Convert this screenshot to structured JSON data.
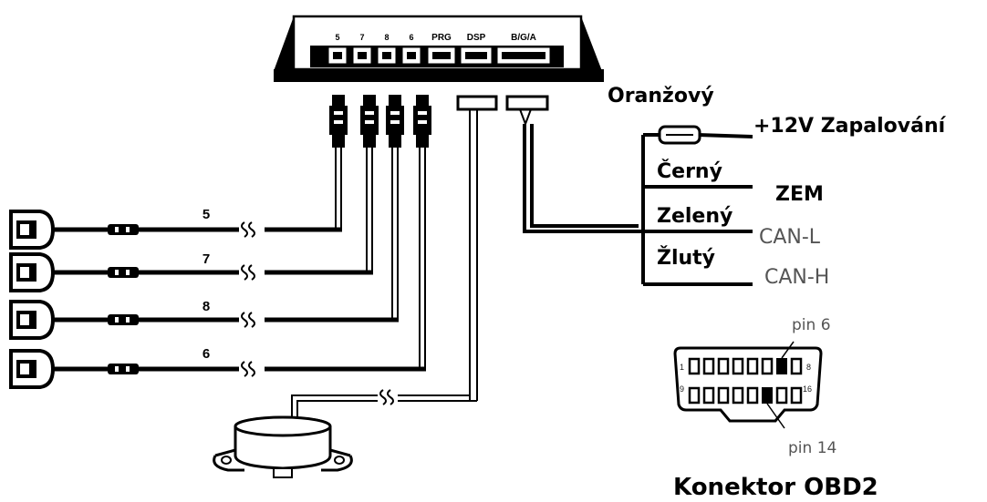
{
  "control_unit": {
    "ports": [
      "5",
      "7",
      "8",
      "6",
      "PRG",
      "DSP",
      "B/G/A"
    ]
  },
  "sensors": [
    {
      "label": "5"
    },
    {
      "label": "7"
    },
    {
      "label": "8"
    },
    {
      "label": "6"
    }
  ],
  "wiring": {
    "orange": "Oranžový",
    "ignition": "+12V Zapalování",
    "black": "Černý",
    "ground": "ZEM",
    "green": "Zelený",
    "can_l": "CAN-L",
    "yellow": "Žlutý",
    "can_h": "CAN-H"
  },
  "obd": {
    "pin_top": "pin 6",
    "pin_bottom": "pin 14",
    "row1_start": "1",
    "row1_end": "8",
    "row2_start": "9",
    "row2_end": "16",
    "title": "Konektor OBD2"
  },
  "colors": {
    "line": "#000000",
    "text_gray": "#555555"
  }
}
